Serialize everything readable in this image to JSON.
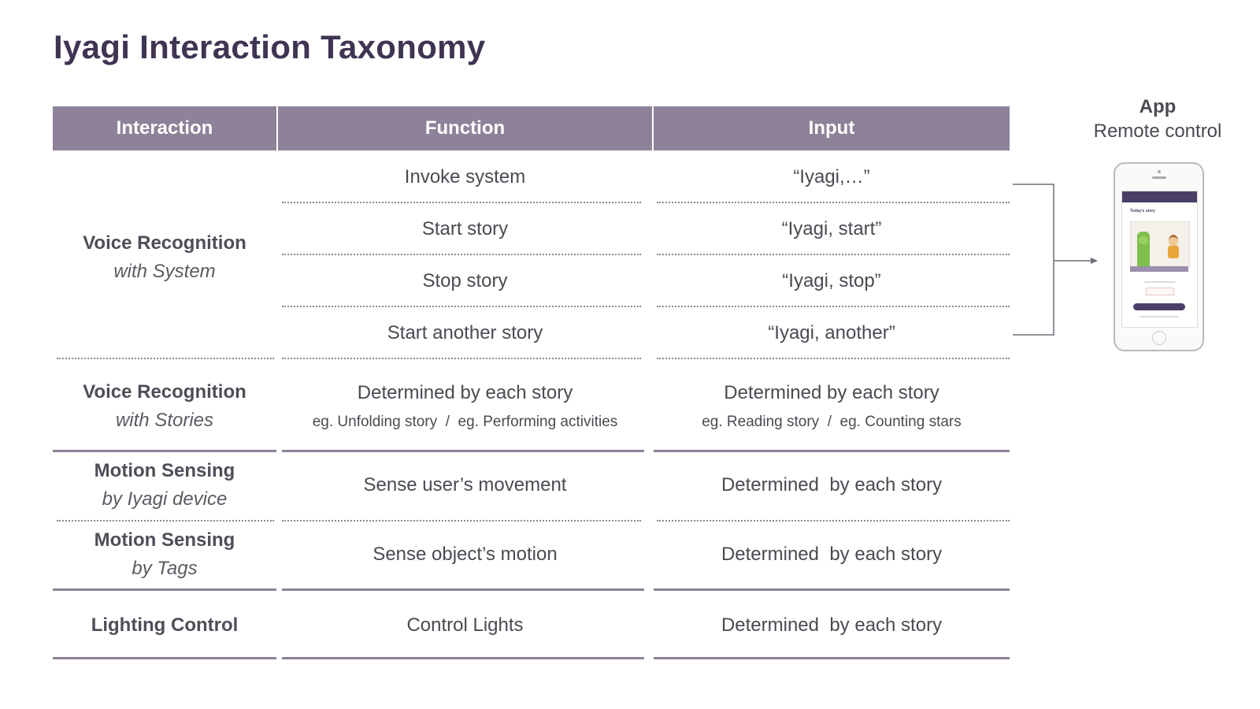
{
  "title": "Iyagi Interaction Taxonomy",
  "headers": {
    "interaction": "Interaction",
    "function": "Function",
    "input": "Input"
  },
  "rows": {
    "voice_system": {
      "label": "Voice Recognition",
      "sublabel": "with System",
      "items": [
        {
          "function": "Invoke system",
          "input": "“Iyagi,…”"
        },
        {
          "function": "Start story",
          "input": "“Iyagi, start”"
        },
        {
          "function": "Stop story",
          "input": "“Iyagi, stop”"
        },
        {
          "function": "Start another story",
          "input": "“Iyagi, another”"
        }
      ]
    },
    "voice_stories": {
      "label": "Voice Recognition",
      "sublabel": "with Stories",
      "function": "Determined by each story",
      "function_example": "eg. Unfolding story  /  eg. Performing activities",
      "input": "Determined by each story",
      "input_example": "eg. Reading story  /  eg. Counting stars"
    },
    "motion_device": {
      "label": "Motion Sensing",
      "sublabel": "by Iyagi device",
      "function": "Sense user’s movement",
      "input": "Determined  by each story"
    },
    "motion_tags": {
      "label": "Motion Sensing",
      "sublabel": "by Tags",
      "function": "Sense object’s motion",
      "input": "Determined  by each story"
    },
    "lighting": {
      "label": "Lighting Control",
      "function": "Control Lights",
      "input": "Determined  by each story"
    }
  },
  "app": {
    "title": "App",
    "subtitle": "Remote control",
    "screen_title": "Today's story"
  },
  "colors": {
    "header_bg": "#8e8299",
    "title": "#3f3452",
    "divider": "#8e8299",
    "connector": "#6f6f7a"
  }
}
